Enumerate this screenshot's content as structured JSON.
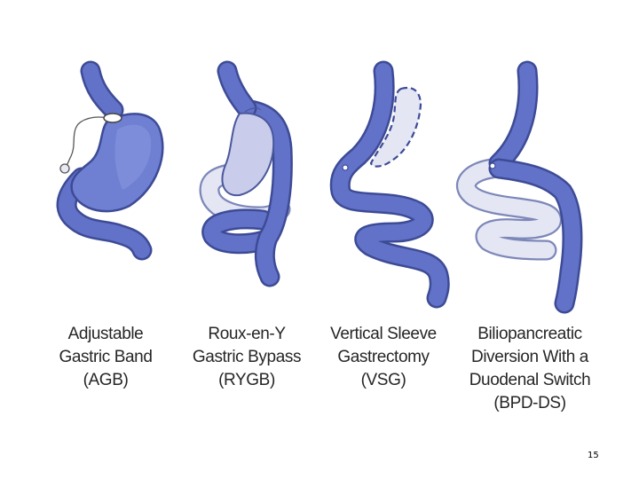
{
  "colors": {
    "stomach_fill": "#6f7fd2",
    "tube": "#5d6ec4",
    "outline": "#3d4b96",
    "pouch_fill": "#c9cdeb",
    "pale_limb": "#e3e5f3",
    "band_wire": "#555555"
  },
  "procedures": [
    {
      "lines": [
        "Adjustable",
        "Gastric Band",
        "(AGB)"
      ]
    },
    {
      "lines": [
        "Roux-en-Y",
        "Gastric Bypass",
        "(RYGB)"
      ]
    },
    {
      "lines": [
        "Vertical Sleeve",
        "Gastrectomy",
        "(VSG)"
      ]
    },
    {
      "lines": [
        "Biliopancreatic",
        "Diversion With a",
        "Duodenal Switch",
        "(BPD-DS)"
      ]
    }
  ],
  "page_number": "15"
}
